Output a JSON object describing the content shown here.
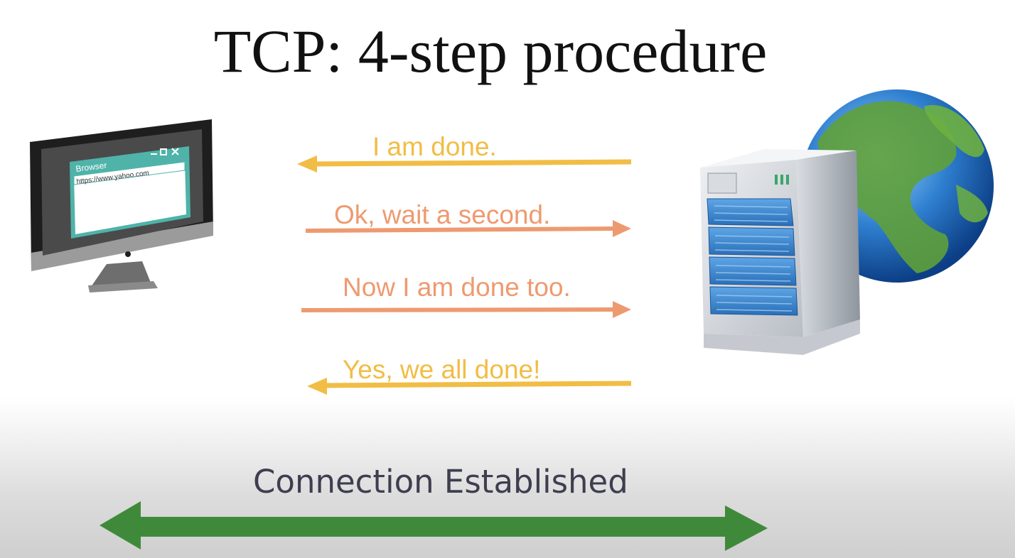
{
  "slide": {
    "title": "TCP: 4-step procedure"
  },
  "client": {
    "browser_title": "Browser",
    "url": "https://www.yahoo.com"
  },
  "messages": [
    {
      "label": "I am done.",
      "direction": "to-client",
      "color": "#f1bd45"
    },
    {
      "label": "Ok, wait a second.",
      "direction": "to-server",
      "color": "#ee9a70"
    },
    {
      "label": "Now I am done too.",
      "direction": "to-server",
      "color": "#ee9a70"
    },
    {
      "label": "Yes, we all done!",
      "direction": "to-client",
      "color": "#f1bd45"
    }
  ],
  "connection": {
    "label": "Connection Established",
    "color": "#3f8a3a"
  }
}
